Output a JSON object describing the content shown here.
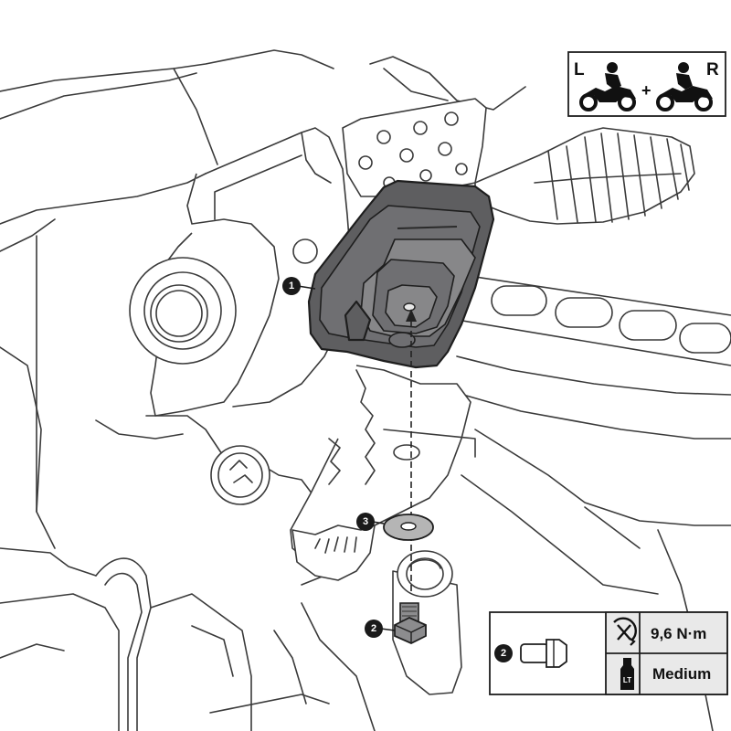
{
  "side_badge": {
    "left_label": "L",
    "right_label": "R",
    "plus_symbol": "+",
    "icons": [
      "motorcycle-rider-icon",
      "motorcycle-rider-icon"
    ]
  },
  "callouts": {
    "part_1": "1",
    "part_2": "2",
    "part_3": "3"
  },
  "spec_box": {
    "part_number": "2",
    "torque": "9,6 N·m",
    "threadlock": "Medium",
    "icons": [
      "bolt-icon",
      "torque-wrench-icon",
      "threadlock-bottle-icon"
    ],
    "threadlock_bottle_label": "LT"
  },
  "colors": {
    "line": "#3a3a3a",
    "part": "#5e5e60",
    "callout": "#1a1a1a",
    "panel": "#e9e9e9"
  }
}
